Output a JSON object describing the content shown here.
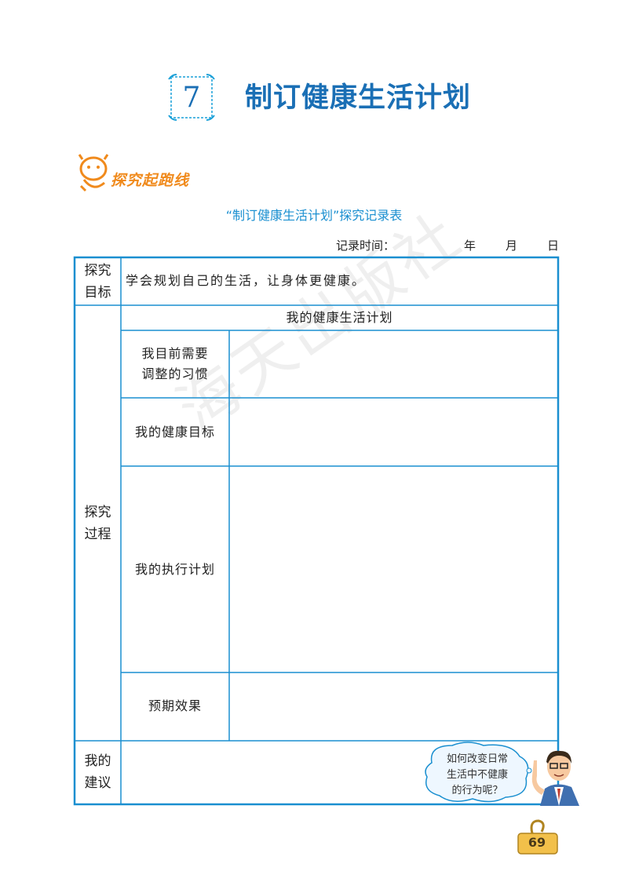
{
  "chapter": {
    "number": "7",
    "title": "制订健康生活计划"
  },
  "section": {
    "label": "探究起跑线"
  },
  "table": {
    "title": "“制订健康生活计划”探究记录表",
    "record_time_label": "记录时间：",
    "year": "年",
    "month": "月",
    "day": "日",
    "goal_header": "探究目标",
    "goal_text": "学会规划自己的生活，让身体更健康。",
    "process_header": "探究过程",
    "plan_header": "我的健康生活计划",
    "rows": [
      {
        "label_line1": "我目前需要",
        "label_line2": "调整的习惯"
      },
      {
        "label": "我的健康目标"
      },
      {
        "label": "我的执行计划"
      },
      {
        "label": "预期效果"
      }
    ],
    "suggestion_header": "我的建议"
  },
  "bubble": {
    "line1": "如何改变日常",
    "line2": "生活中不健康",
    "line3": "的行为呢？"
  },
  "watermark": "海天出版社",
  "page_number": "69",
  "colors": {
    "border": "#1a8fd0",
    "title": "#1a6fb5",
    "section": "#f08a1c"
  }
}
